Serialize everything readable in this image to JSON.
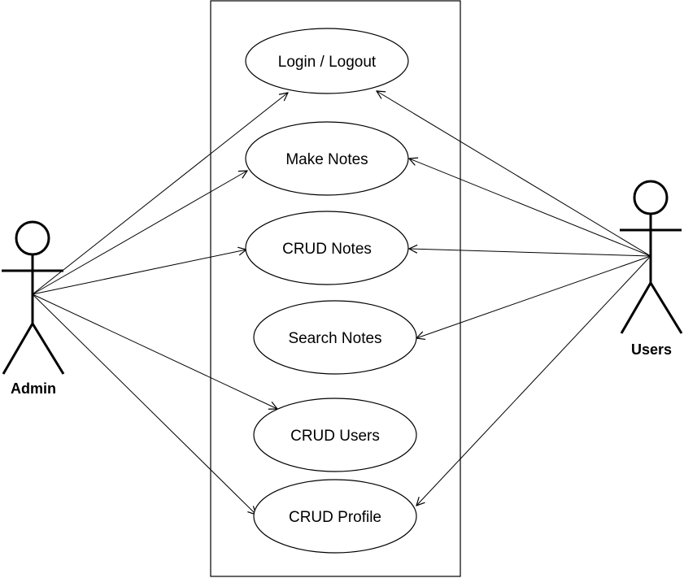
{
  "diagram": {
    "type": "use-case",
    "actors": [
      {
        "id": "admin",
        "label": "Admin"
      },
      {
        "id": "users",
        "label": "Users"
      }
    ],
    "use_cases": [
      {
        "id": "login",
        "label": "Login / Logout"
      },
      {
        "id": "make-notes",
        "label": "Make Notes"
      },
      {
        "id": "crud-notes",
        "label": "CRUD Notes"
      },
      {
        "id": "search-notes",
        "label": "Search Notes"
      },
      {
        "id": "crud-users",
        "label": "CRUD Users"
      },
      {
        "id": "crud-profile",
        "label": "CRUD Profile"
      }
    ],
    "associations": [
      {
        "from": "admin",
        "to": "login"
      },
      {
        "from": "admin",
        "to": "make-notes"
      },
      {
        "from": "admin",
        "to": "crud-notes"
      },
      {
        "from": "admin",
        "to": "crud-users"
      },
      {
        "from": "admin",
        "to": "crud-profile"
      },
      {
        "from": "users",
        "to": "login"
      },
      {
        "from": "users",
        "to": "make-notes"
      },
      {
        "from": "users",
        "to": "crud-notes"
      },
      {
        "from": "users",
        "to": "search-notes"
      },
      {
        "from": "users",
        "to": "crud-profile"
      }
    ]
  }
}
